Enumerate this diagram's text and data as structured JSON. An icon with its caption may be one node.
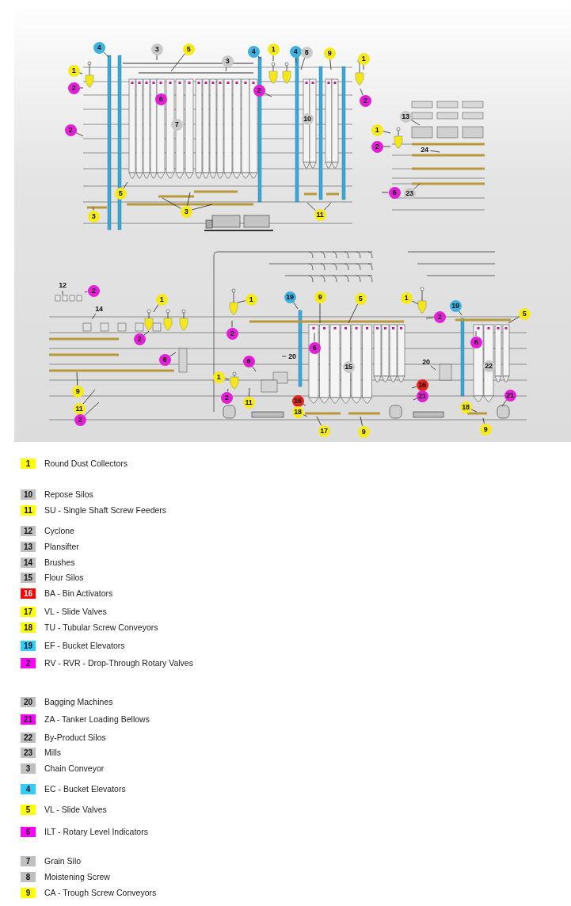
{
  "diagram": {
    "nodes": [
      {
        "text": [
          "4"
        ]
      },
      {
        "text": [
          "3"
        ]
      },
      {
        "text": [
          "5"
        ]
      },
      {
        "text": [
          "3"
        ]
      },
      {
        "text": [
          "4"
        ]
      },
      {
        "text": [
          "1"
        ]
      },
      {
        "text": [
          "4"
        ]
      },
      {
        "text": [
          "8"
        ]
      },
      {
        "text": [
          "9"
        ]
      },
      {
        "text": [
          "1"
        ]
      },
      {
        "text": [
          "1"
        ]
      },
      {
        "text": [
          "2"
        ]
      },
      {
        "text": [
          "6"
        ]
      },
      {
        "text": [
          "7"
        ]
      },
      {
        "text": [
          "2"
        ]
      },
      {
        "text": [
          "10"
        ]
      },
      {
        "text": [
          "2"
        ]
      },
      {
        "text": [
          "13"
        ]
      },
      {
        "text": [
          "2"
        ]
      },
      {
        "text": [
          "1"
        ]
      },
      {
        "text": [
          "2"
        ]
      },
      {
        "text": [
          "24"
        ]
      },
      {
        "text": [
          "5"
        ]
      },
      {
        "text": [
          "6"
        ]
      },
      {
        "text": [
          "23"
        ]
      },
      {
        "text": [
          "3"
        ]
      },
      {
        "text": [
          "11"
        ]
      },
      {
        "text": [
          "3"
        ]
      },
      {
        "text": [
          "12"
        ]
      },
      {
        "text": [
          "2"
        ]
      },
      {
        "text": [
          "14"
        ]
      },
      {
        "text": [
          "1"
        ]
      },
      {
        "text": [
          "2"
        ]
      },
      {
        "text": [
          "6"
        ]
      },
      {
        "text": [
          "9"
        ]
      },
      {
        "text": [
          "11"
        ]
      },
      {
        "text": [
          "2"
        ]
      },
      {
        "text": [
          "1"
        ]
      },
      {
        "text": [
          "2"
        ]
      },
      {
        "text": [
          "19"
        ]
      },
      {
        "text": [
          "9"
        ]
      },
      {
        "text": [
          "5"
        ]
      },
      {
        "text": [
          "1"
        ]
      },
      {
        "text": [
          "2"
        ]
      },
      {
        "text": [
          "19"
        ]
      },
      {
        "text": [
          "5"
        ]
      },
      {
        "text": [
          "6"
        ]
      },
      {
        "text": [
          "6"
        ]
      },
      {
        "text": [
          "20"
        ]
      },
      {
        "text": [
          "15"
        ]
      },
      {
        "text": [
          "22"
        ]
      },
      {
        "text": [
          "20"
        ]
      },
      {
        "text": [
          "6"
        ]
      },
      {
        "text": [
          "16"
        ]
      },
      {
        "text": [
          "1"
        ]
      },
      {
        "text": [
          "21"
        ]
      },
      {
        "text": [
          "21"
        ]
      },
      {
        "text": [
          "2"
        ]
      },
      {
        "text": [
          "16"
        ]
      },
      {
        "text": [
          "11"
        ]
      },
      {
        "text": [
          "18"
        ]
      },
      {
        "text": [
          "18"
        ]
      },
      {
        "text": [
          "17"
        ]
      },
      {
        "text": [
          "9"
        ]
      },
      {
        "text": [
          "9"
        ]
      }
    ],
    "edges": [
      {
        "from": 0,
        "to": null,
        "arrow": "none"
      },
      {
        "from": 1,
        "to": null,
        "arrow": "none"
      },
      {
        "from": 2,
        "to": null,
        "arrow": "none"
      },
      {
        "from": 3,
        "to": null,
        "arrow": "none"
      },
      {
        "from": 4,
        "to": null,
        "arrow": "none"
      },
      {
        "from": 5,
        "to": null,
        "arrow": "none"
      },
      {
        "from": 6,
        "to": null,
        "arrow": "none"
      },
      {
        "from": 7,
        "to": null,
        "arrow": "none"
      },
      {
        "from": 8,
        "to": null,
        "arrow": "none"
      },
      {
        "from": 9,
        "to": null,
        "arrow": "none"
      },
      {
        "from": 10,
        "to": null,
        "arrow": "none"
      },
      {
        "from": 11,
        "to": null,
        "arrow": "none"
      },
      {
        "from": 14,
        "to": null,
        "arrow": "none"
      },
      {
        "from": 16,
        "to": null,
        "arrow": "none"
      },
      {
        "from": 17,
        "to": null,
        "arrow": "none"
      },
      {
        "from": 18,
        "to": null,
        "arrow": "none"
      },
      {
        "from": 19,
        "to": null,
        "arrow": "none"
      },
      {
        "from": 20,
        "to": null,
        "arrow": "none"
      },
      {
        "from": 21,
        "to": null,
        "arrow": "none"
      },
      {
        "from": 22,
        "to": null,
        "arrow": "none"
      },
      {
        "from": 23,
        "to": null,
        "arrow": "none"
      },
      {
        "from": 24,
        "to": null,
        "arrow": "none"
      },
      {
        "from": 25,
        "to": null,
        "arrow": "none"
      },
      {
        "from": 25,
        "to": null,
        "arrow": "none"
      },
      {
        "from": 25,
        "to": null,
        "arrow": "none"
      },
      {
        "from": 26,
        "to": null,
        "arrow": "none"
      },
      {
        "from": 26,
        "to": null,
        "arrow": "none"
      },
      {
        "from": 27,
        "to": null,
        "arrow": "none"
      },
      {
        "from": 28,
        "to": null,
        "arrow": "none"
      },
      {
        "from": 29,
        "to": null,
        "arrow": "none"
      },
      {
        "from": 30,
        "to": null,
        "arrow": "none"
      },
      {
        "from": 31,
        "to": null,
        "arrow": "none"
      },
      {
        "from": 32,
        "to": null,
        "arrow": "none"
      },
      {
        "from": 33,
        "to": null,
        "arrow": "none"
      },
      {
        "from": 34,
        "to": null,
        "arrow": "none"
      },
      {
        "from": 35,
        "to": null,
        "arrow": "none"
      },
      {
        "from": 36,
        "to": null,
        "arrow": "none"
      },
      {
        "from": 37,
        "to": null,
        "arrow": "none"
      },
      {
        "from": 38,
        "to": null,
        "arrow": "none"
      },
      {
        "from": 39,
        "to": null,
        "arrow": "none"
      },
      {
        "from": 40,
        "to": null,
        "arrow": "none"
      },
      {
        "from": 41,
        "to": null,
        "arrow": "none"
      },
      {
        "from": 42,
        "to": null,
        "arrow": "none"
      },
      {
        "from": 43,
        "to": null,
        "arrow": "none"
      },
      {
        "from": 44,
        "to": null,
        "arrow": "none"
      },
      {
        "from": 45,
        "to": null,
        "arrow": "none"
      },
      {
        "from": 46,
        "to": null,
        "arrow": "none"
      },
      {
        "from": 47,
        "to": null,
        "arrow": "none"
      },
      {
        "from": 48,
        "to": null,
        "arrow": "none"
      },
      {
        "from": 51,
        "to": null,
        "arrow": "none"
      },
      {
        "from": 52,
        "to": null,
        "arrow": "none"
      },
      {
        "from": 53,
        "to": null,
        "arrow": "none"
      },
      {
        "from": 54,
        "to": null,
        "arrow": "none"
      },
      {
        "from": 55,
        "to": null,
        "arrow": "none"
      },
      {
        "from": 56,
        "to": null,
        "arrow": "none"
      },
      {
        "from": 57,
        "to": null,
        "arrow": "none"
      },
      {
        "from": 58,
        "to": null,
        "arrow": "none"
      },
      {
        "from": 59,
        "to": null,
        "arrow": "none"
      },
      {
        "from": 60,
        "to": null,
        "arrow": "none"
      },
      {
        "from": 61,
        "to": null,
        "arrow": "none"
      },
      {
        "from": 62,
        "to": null,
        "arrow": "none"
      },
      {
        "from": 63,
        "to": null,
        "arrow": "none"
      },
      {
        "from": 64,
        "to": null,
        "arrow": "none"
      }
    ],
    "labels": [
      "1",
      "10",
      "11",
      "12",
      "13",
      "14",
      "15",
      "16",
      "17",
      "18",
      "19",
      "2",
      "20",
      "21",
      "22",
      "23",
      "3",
      "4",
      "5",
      "6",
      "7",
      "8",
      "9"
    ],
    "legend": [
      {
        "text": "Round Dust Collectors",
        "color": "#ffff00"
      },
      {
        "text": "Repose Silos",
        "color": "#c0c0c0"
      },
      {
        "text": "SU - Single Shaft Screw Feeders",
        "color": "#ffff00"
      },
      {
        "text": "Cyclone",
        "color": "#c0c0c0"
      },
      {
        "text": "Plansifter",
        "color": "#c0c0c0"
      },
      {
        "text": "Brushes",
        "color": "#c0c0c0"
      },
      {
        "text": "Flour Silos",
        "color": "#c0c0c0"
      },
      {
        "text": "BA - Bin Activators",
        "color": "#ff0000"
      },
      {
        "text": "VL - Slide Valves",
        "color": "#ffff00"
      },
      {
        "text": "TU - Tubular Screw Conveyors",
        "color": "#ffff00"
      },
      {
        "text": "EF - Bucket Elevators",
        "color": "#33ccff"
      },
      {
        "text": "RV - RVR - Drop-Through Rotary Valves",
        "color": "#ff00ff"
      },
      {
        "text": "Bagging Machines",
        "color": "#c0c0c0"
      },
      {
        "text": "ZA - Tanker Loading Bellows",
        "color": "#ff00ff"
      },
      {
        "text": "By-Product Silos",
        "color": "#c0c0c0"
      },
      {
        "text": "Mills",
        "color": "#c0c0c0"
      },
      {
        "text": "Chain Conveyor",
        "color": "#c0c0c0"
      },
      {
        "text": "EC - Bucket Elevators",
        "color": "#33ccff"
      },
      {
        "text": "VL - Slide Valves",
        "color": "#ffff00"
      },
      {
        "text": "ILT - Rotary Level Indicators",
        "color": "#ff00ff"
      },
      {
        "text": "Grain Silo",
        "color": "#c0c0c0"
      },
      {
        "text": "Moistening Screw",
        "color": "#c0c0c0"
      },
      {
        "text": "CA - Trough Screw Conveyors",
        "color": "#ffff00"
      }
    ]
  }
}
